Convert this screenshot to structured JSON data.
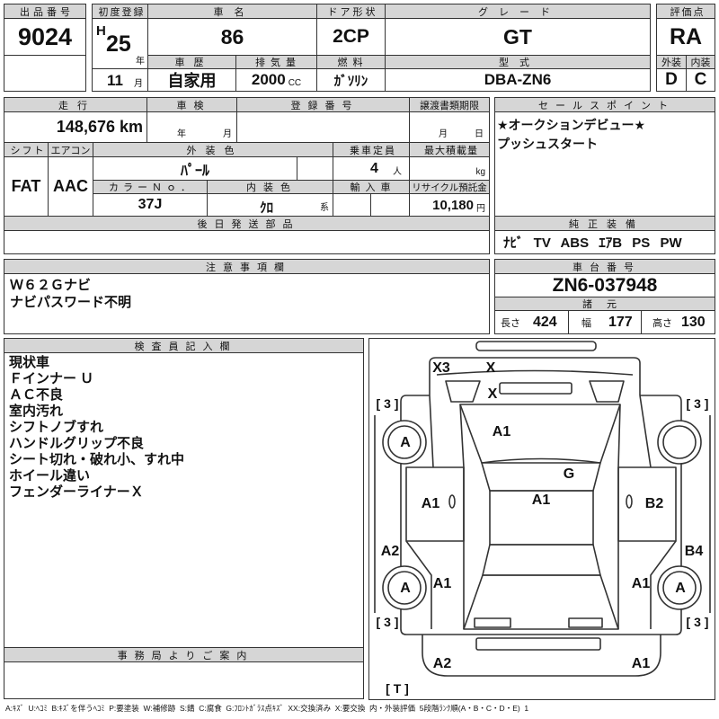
{
  "sheet": {
    "lot": {
      "label": "出品番号",
      "value": "9024"
    },
    "first_registration": {
      "label": "初度登録",
      "era": "H",
      "year": "25",
      "year_unit": "年",
      "month": "11",
      "month_unit": "月"
    },
    "car_name": {
      "label": "車名",
      "value": "86"
    },
    "door_type": {
      "label": "ドア形状",
      "value": "2CP"
    },
    "grade": {
      "label": "グレード",
      "value": "GT"
    },
    "score": {
      "label": "評価点",
      "value": "RA"
    },
    "history": {
      "label": "車歴",
      "value": "自家用"
    },
    "displacement": {
      "label": "排気量",
      "value": "2000",
      "unit": "CC"
    },
    "fuel": {
      "label": "燃料",
      "value": "ｶﾞｿﾘﾝ"
    },
    "model_code": {
      "label": "型式",
      "value": "DBA-ZN6"
    },
    "exterior_grade": {
      "label": "外装",
      "value": "D"
    },
    "interior_grade": {
      "label": "内装",
      "value": "C"
    }
  },
  "details": {
    "mileage": {
      "label": "走行",
      "value": "148,676",
      "unit": "km"
    },
    "inspection": {
      "label": "車検",
      "year_unit": "年",
      "month_unit": "月"
    },
    "registration_no": {
      "label": "登録番号"
    },
    "transfer_deadline": {
      "label": "譲渡書類期限",
      "month_unit": "月",
      "day_unit": "日"
    },
    "shift": {
      "label": "シフト",
      "value": "FAT"
    },
    "aircon": {
      "label": "エアコン",
      "value": "AAC"
    },
    "exterior_color": {
      "label": "外装色",
      "value": "ﾊﾟｰﾙ"
    },
    "capacity": {
      "label": "乗車定員",
      "value": "4",
      "unit": "人"
    },
    "max_load": {
      "label": "最大積載量",
      "unit": "kg"
    },
    "color_no": {
      "label": "カラーＮｏ．",
      "value": "37J"
    },
    "interior_color": {
      "label": "内装色",
      "value": "ｸﾛ",
      "suffix": "系"
    },
    "imported": {
      "label": "輸入車"
    },
    "recycle_deposit": {
      "label": "リサイクル預託金",
      "value": "10,180",
      "unit": "円"
    },
    "parts_to_follow": {
      "label": "後日発送部品"
    }
  },
  "sales_points": {
    "label": "セールスポイント",
    "items": [
      "★オークションデビュー★",
      "プッシュスタート"
    ]
  },
  "equipment": {
    "label": "純正装備",
    "value": "ﾅﾋﾞ TV ABS ｴｱB PS PW"
  },
  "cautions": {
    "label": "注意事項欄",
    "items": [
      "Ｗ６２Ｇナビ",
      "ナビパスワード不明"
    ]
  },
  "chassis": {
    "label": "車台番号",
    "value": "ZN6-037948"
  },
  "specs": {
    "label": "諸元",
    "length_label": "長さ",
    "length": "424",
    "width_label": "幅",
    "width": "177",
    "height_label": "高さ",
    "height": "130"
  },
  "inspector": {
    "label": "検査員記入欄",
    "items": [
      "現状車",
      "Ｆインナー Ｕ",
      "ＡＣ不良",
      "室内汚れ",
      "シフトノブすれ",
      "ハンドルグリップ不良",
      "シート切れ・破れ小、すれ中",
      "ホイール違い",
      "フェンダーライナーＸ"
    ]
  },
  "office": {
    "label": "事務局よりご案内"
  },
  "diagram": {
    "marks": [
      "X3",
      "X",
      "X",
      "[ 3 ]",
      "[ 3 ]",
      "A",
      "A1",
      "G",
      "A1",
      "A1",
      "B2",
      "A2",
      "B4",
      "A",
      "A",
      "A1",
      "A1",
      "[ 3 ]",
      "[ 3 ]",
      "A2",
      "A1",
      "[ T ]"
    ]
  },
  "legend": "A:ｷｽﾞ  U:ﾍｺﾐ  B:ｷｽﾞを伴うﾍｺﾐ  P:要塗装  W:補修跡  S:錆  C:腐食  G:ﾌﾛﾝﾄｶﾞﾗｽ点ｷｽﾞ  XX:交換済み  X:要交換  内・外装評価  5段階ﾗﾝｸ順(A・B・C・D・E)  1"
}
